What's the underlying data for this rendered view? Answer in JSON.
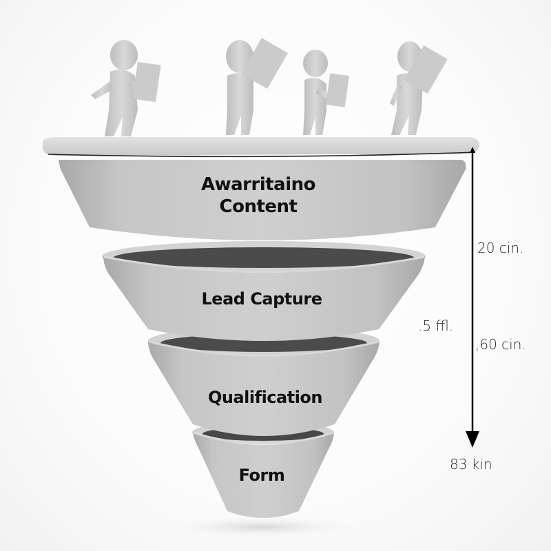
{
  "diagram": {
    "type": "sales-funnel",
    "figures": {
      "count": 4,
      "description": "white 3D figures carrying papers walking on funnel rim"
    },
    "stages": [
      {
        "label_line1": "Awarritaino",
        "label_line2": "Content"
      },
      {
        "label": "Lead Capture"
      },
      {
        "label": "Qualification"
      },
      {
        "label": "Form"
      }
    ],
    "measurements": {
      "arrow_direction": "down",
      "top_right": "20 cin.",
      "middle_left": ".5 ffl.",
      "middle_right": ",60 cin.",
      "bottom": "83 kin"
    },
    "colors": {
      "funnel_body": "#c4c4c4",
      "funnel_rim": "#d6d6d6",
      "funnel_inner": "#4a4a4a",
      "label_text": "#111111",
      "arrow": "#000000"
    }
  }
}
